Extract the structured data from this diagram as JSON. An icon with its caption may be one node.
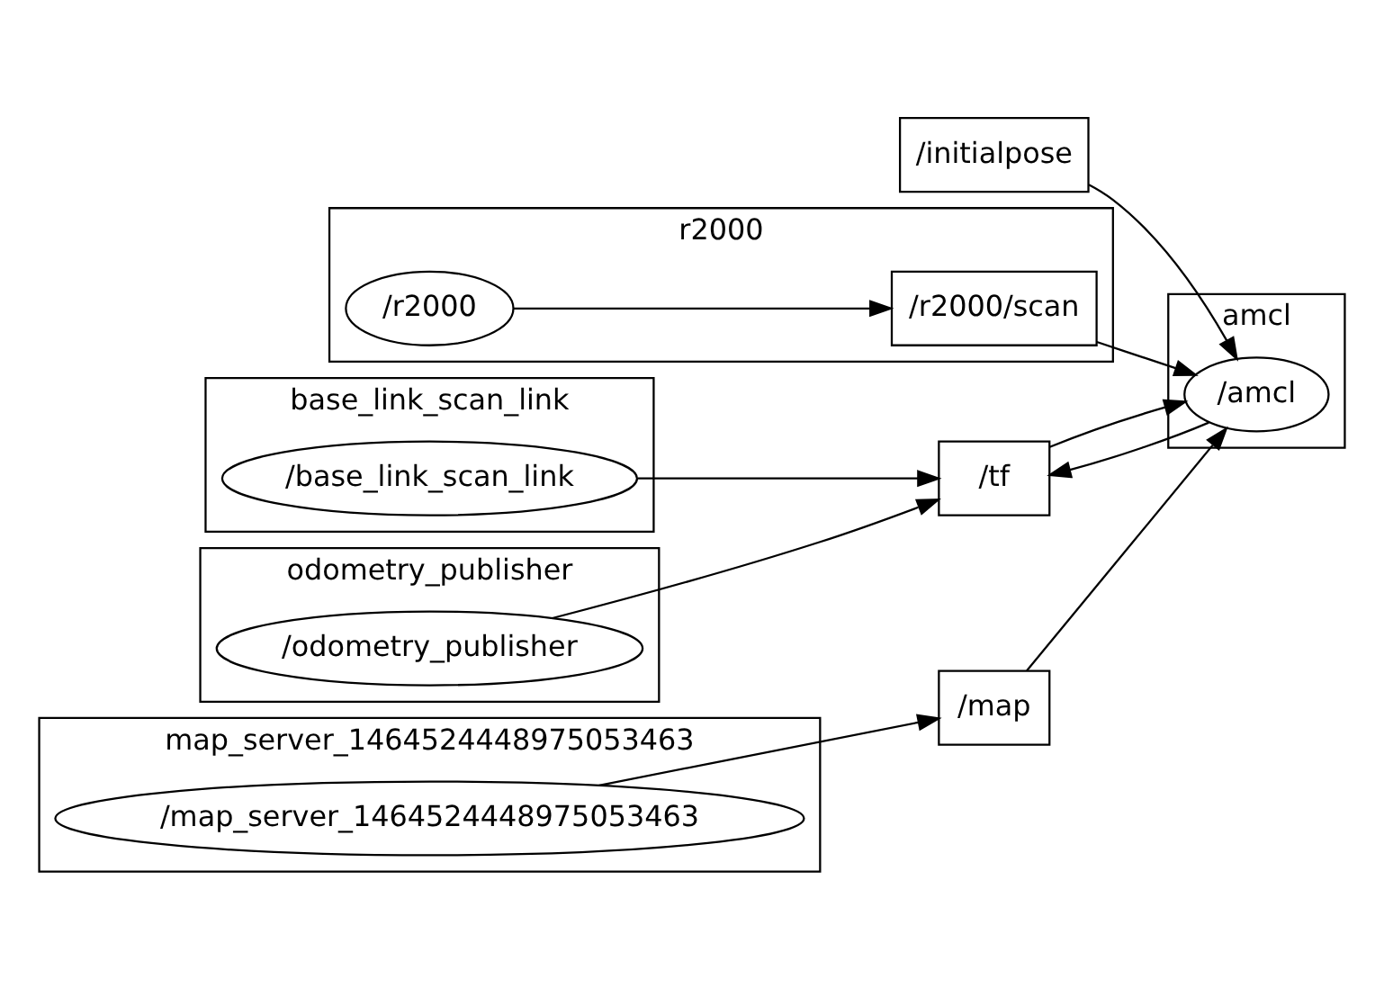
{
  "diagram": {
    "nodes": [
      {
        "text": [
          "/initialpose"
        ]
      },
      {
        "text": [
          "r2000"
        ]
      },
      {
        "text": [
          "/r2000"
        ],
        "in": 1
      },
      {
        "text": [
          "/r2000/scan"
        ],
        "in": 1
      },
      {
        "text": [
          "amcl"
        ]
      },
      {
        "text": [
          "/amcl"
        ],
        "in": 4
      },
      {
        "text": [
          "map_server_1464524448975053463"
        ]
      },
      {
        "text": [
          "/map_server_1464524448975053463"
        ],
        "in": 6
      },
      {
        "text": [
          "/map"
        ]
      },
      {
        "text": [
          "base_link_scan_link"
        ]
      },
      {
        "text": [
          "/base_link_scan_link"
        ],
        "in": 9
      },
      {
        "text": [
          "/tf"
        ]
      },
      {
        "text": [
          "odometry_publisher"
        ]
      },
      {
        "text": [
          "/odometry_publisher"
        ],
        "in": 12
      }
    ],
    "edges": [
      {
        "from": 0,
        "to": 5,
        "arrow": "to"
      },
      {
        "from": 2,
        "to": 3,
        "arrow": "to"
      },
      {
        "from": 3,
        "to": 5,
        "arrow": "to"
      },
      {
        "from": 7,
        "to": 8,
        "arrow": "to"
      },
      {
        "from": 8,
        "to": 5,
        "arrow": "to"
      },
      {
        "from": 10,
        "to": 11,
        "arrow": "to"
      },
      {
        "from": 11,
        "to": 5,
        "arrow": "to"
      },
      {
        "from": 5,
        "to": 11,
        "arrow": "to"
      },
      {
        "from": 13,
        "to": 11,
        "arrow": "to"
      }
    ]
  }
}
